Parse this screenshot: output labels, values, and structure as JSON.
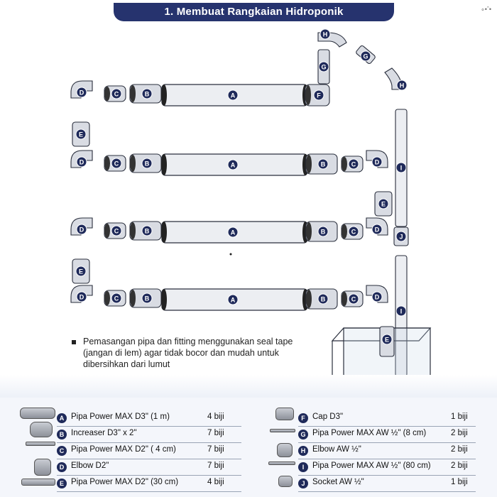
{
  "header": {
    "title": "1. Membuat Rangkaian Hidroponik",
    "corner_mark": "∘•ˆ• "
  },
  "diagram": {
    "pipe_label": "A",
    "rows": [
      {
        "id": "row-1",
        "left_parts": [
          "D",
          "C",
          "B"
        ],
        "right_parts": [
          "F"
        ]
      },
      {
        "id": "row-2",
        "left_parts": [
          "D",
          "C",
          "B"
        ],
        "right_parts": [
          "B",
          "C",
          "D"
        ]
      },
      {
        "id": "row-3",
        "left_parts": [
          "D",
          "C",
          "B"
        ],
        "right_parts": [
          "B",
          "C",
          "D"
        ]
      },
      {
        "id": "row-4",
        "left_parts": [
          "D",
          "C",
          "B"
        ],
        "right_parts": [
          "B",
          "C",
          "D"
        ]
      }
    ],
    "connector_E": "E",
    "riser_top": [
      "H",
      "G",
      "H"
    ],
    "riser_parts": [
      "I",
      "J",
      "I"
    ],
    "tank_socket": "E"
  },
  "note": "Pemasangan pipa dan fitting menggunakan seal tape (jangan di lem) agar tidak bocor dan mudah untuk dibersihkan dari lumut",
  "legend": {
    "left": [
      {
        "id": "A",
        "name": "Pipa Power MAX D3\" (1 m)",
        "qty": "4 biji"
      },
      {
        "id": "B",
        "name": "Increaser D3\" x 2\"",
        "qty": "7 biji"
      },
      {
        "id": "C",
        "name": "Pipa Power MAX D2\" ( 4 cm)",
        "qty": "7 biji"
      },
      {
        "id": "D",
        "name": "Elbow D2\"",
        "qty": "7 biji"
      },
      {
        "id": "E",
        "name": "Pipa Power MAX D2\" (30 cm)",
        "qty": "4 biji"
      }
    ],
    "right": [
      {
        "id": "F",
        "name": "Cap D3\"",
        "qty": "1 biji"
      },
      {
        "id": "G",
        "name": "Pipa Power MAX AW ½\" (8 cm)",
        "qty": "2 biji"
      },
      {
        "id": "H",
        "name": "Elbow AW ½\"",
        "qty": "2 biji"
      },
      {
        "id": "I",
        "name": "Pipa Power MAX AW ½\" (80 cm)",
        "qty": "2 biji"
      },
      {
        "id": "J",
        "name": "Socket AW ½\"",
        "qty": "1 biji"
      }
    ]
  },
  "colors": {
    "navy": "#26336e",
    "badge": "#1f2a5a",
    "pipe": "#eceef2",
    "pipe_edge": "#2a2f3d"
  }
}
